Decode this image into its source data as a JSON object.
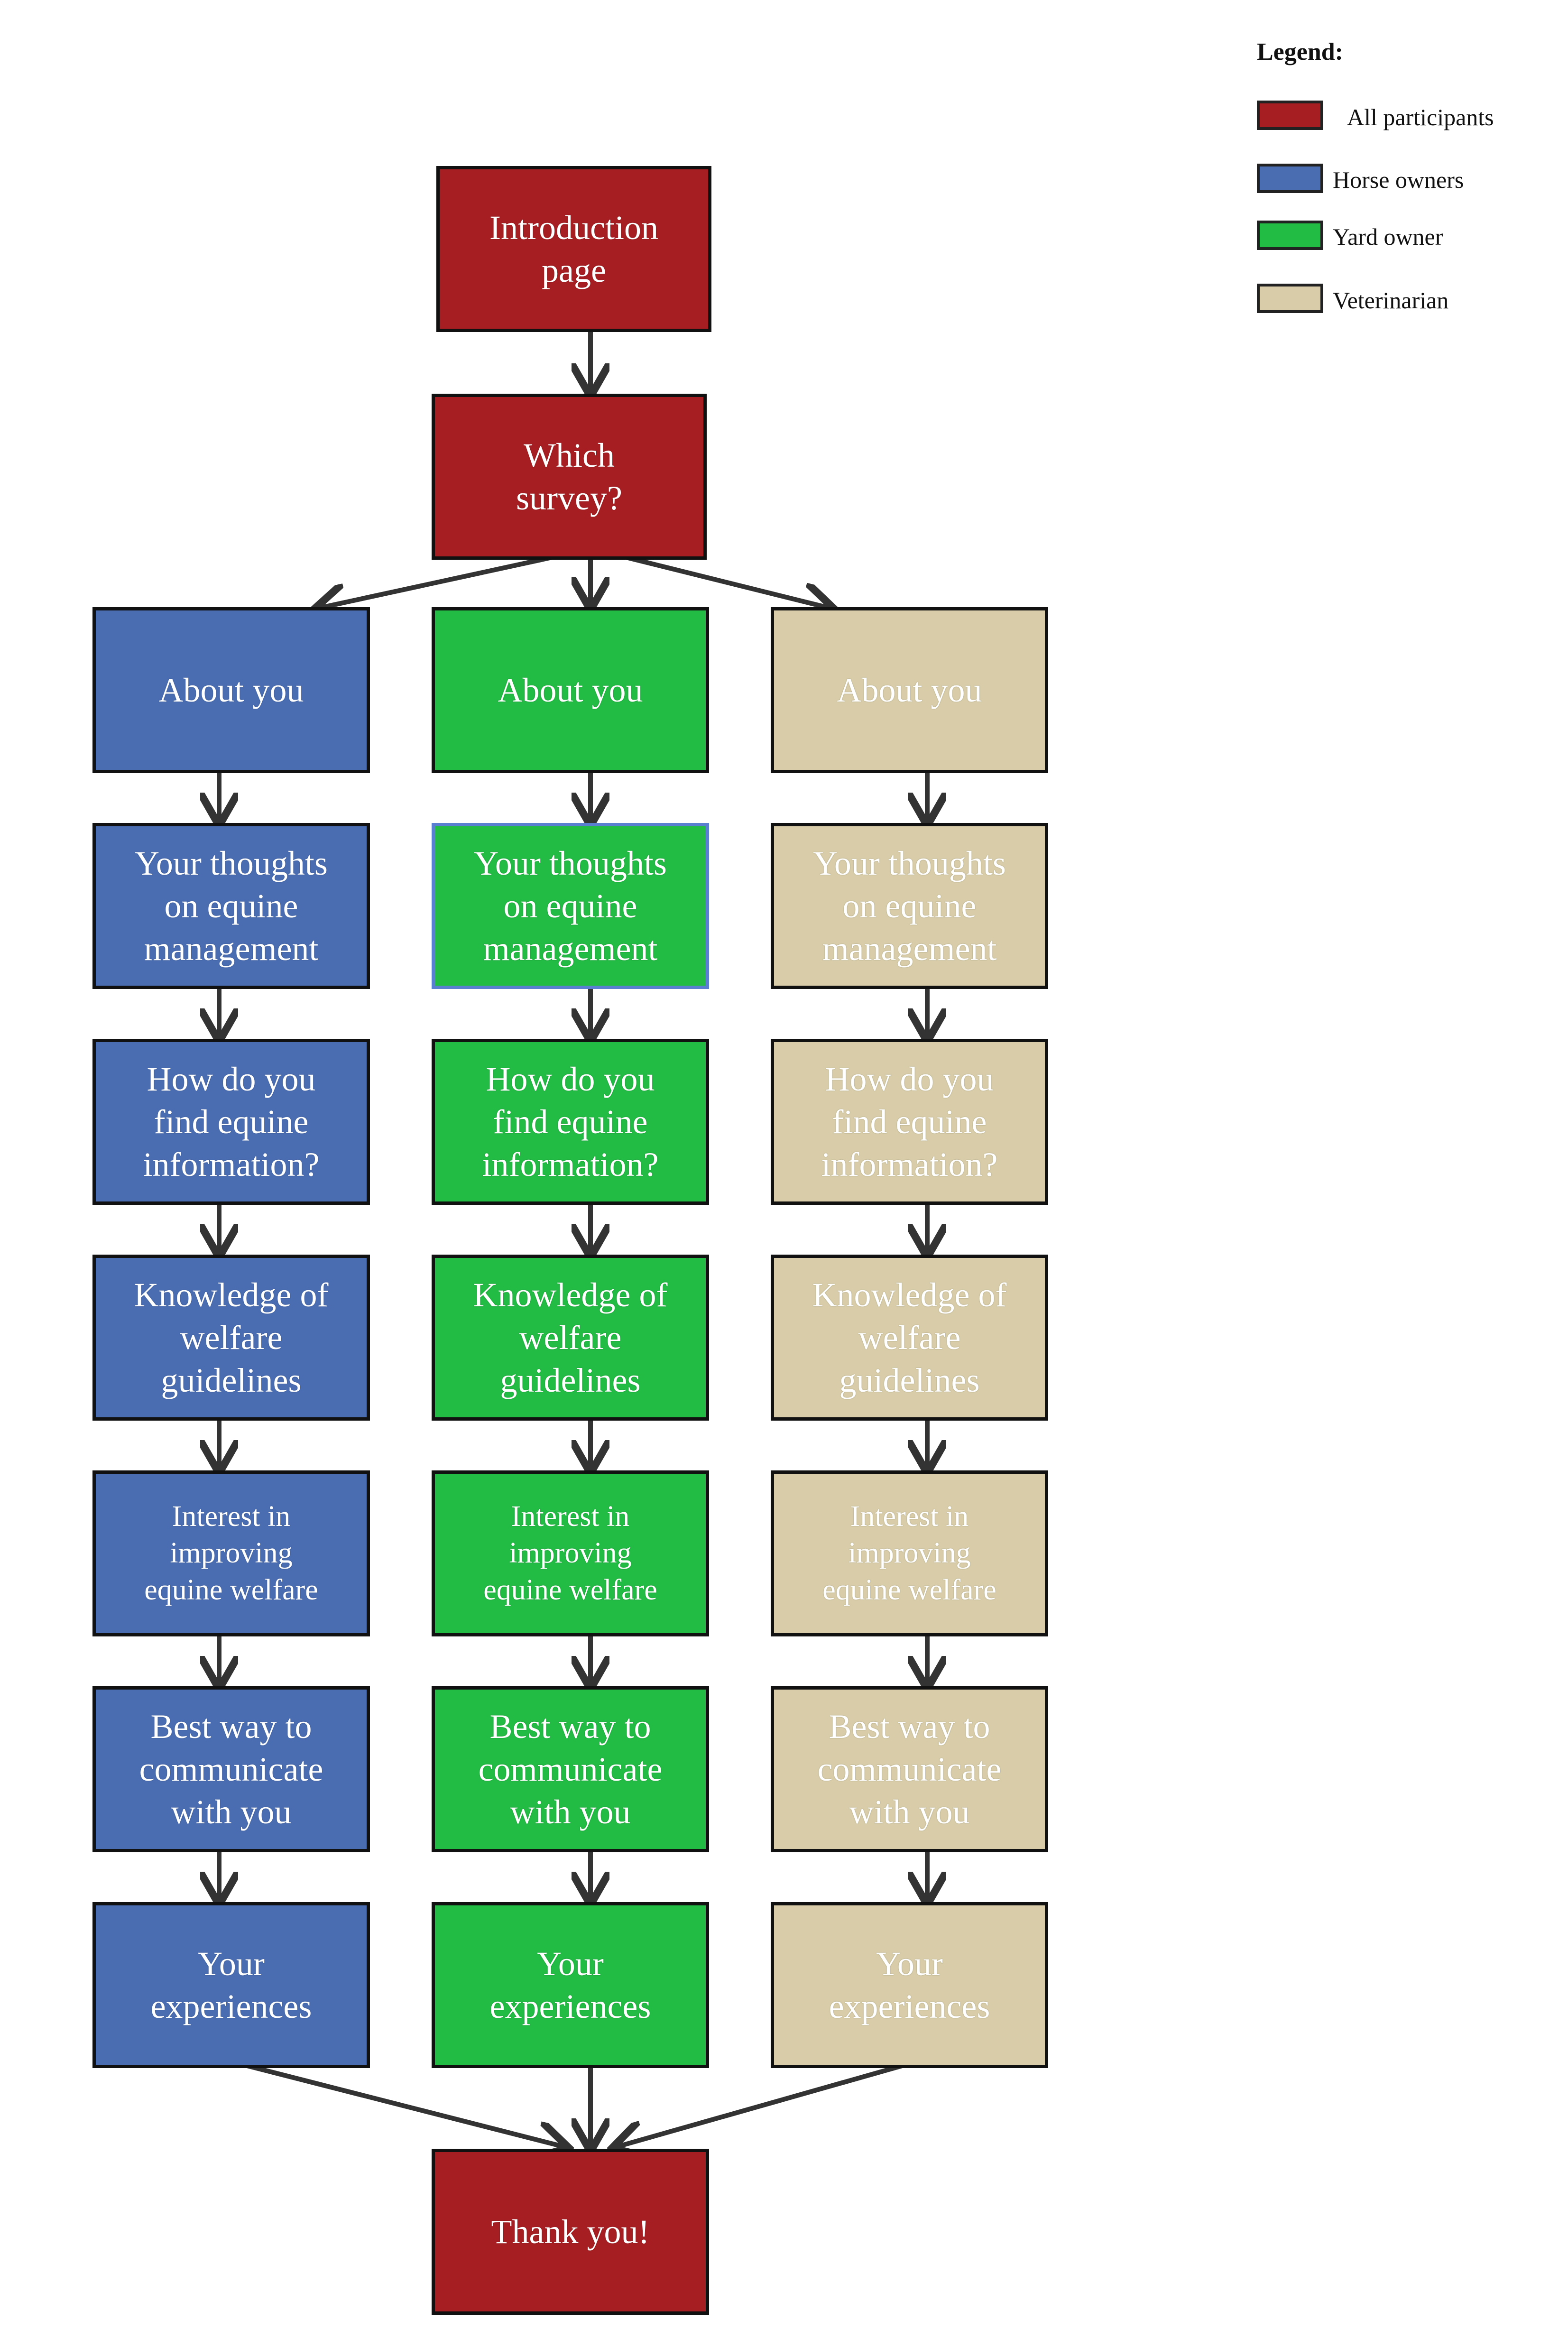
{
  "colors": {
    "all": "#A61E22",
    "horse": "#4A6DB2",
    "yard": "#22BB44",
    "vet": "#D8CDA8",
    "border": "#111111",
    "arrow": "#333333"
  },
  "legend": {
    "title": "Legend:",
    "items": [
      {
        "label": "All participants",
        "color": "#A61E22"
      },
      {
        "label": "Horse owners",
        "color": "#4A6DB2"
      },
      {
        "label": "Yard owner",
        "color": "#22BB44"
      },
      {
        "label": "Veterinarian",
        "color": "#D8CDA8"
      }
    ]
  },
  "flow": {
    "intro": "Introduction\npage",
    "which": "Which\nsurvey?",
    "thanks": "Thank you!",
    "steps": [
      "About you",
      "Your thoughts\non equine\nmanagement",
      "How do you\nfind equine\ninformation?",
      "Knowledge of\nwelfare\nguidelines",
      "Interest in\nimproving\nequine welfare",
      "Best way to\ncommunicate\nwith you",
      "Your\nexperiences"
    ]
  }
}
